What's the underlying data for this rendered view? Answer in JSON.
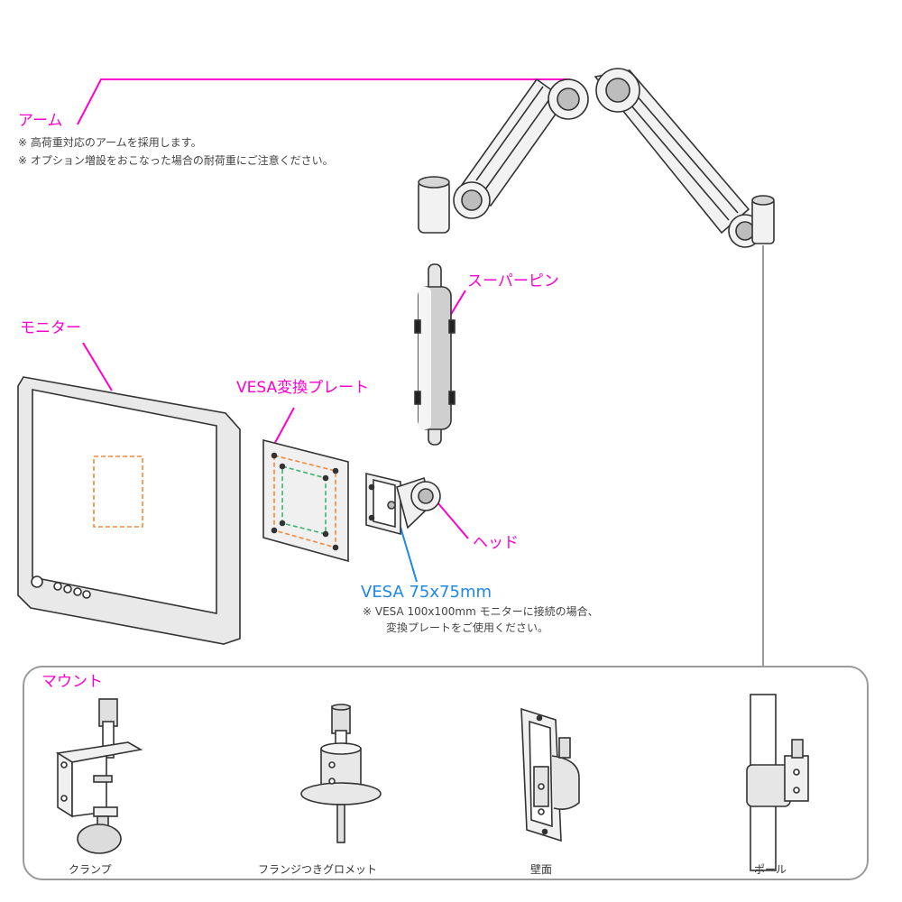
{
  "arm": {
    "title": "アーム",
    "note1": "※ 高荷重対応のアームを採用します。",
    "note2": "※ オプション増設をおこなった場合の耐荷重にご注意ください。"
  },
  "super_pin": {
    "title": "スーパーピン"
  },
  "monitor": {
    "title": "モニター"
  },
  "vesa_plate": {
    "title": "VESA変換プレート"
  },
  "head": {
    "title": "ヘッド"
  },
  "vesa_spec": {
    "title": "VESA 75x75mm",
    "note1": "※ VESA 100x100mm モニターに接続の場合、",
    "note2": "変換プレートをご使用ください。"
  },
  "mount": {
    "title": "マウント",
    "items": [
      {
        "label": "クランプ"
      },
      {
        "label": "フランジつきグロメット"
      },
      {
        "label": "壁面"
      },
      {
        "label": "ポール"
      }
    ]
  },
  "colors": {
    "callout": "#ff00cc",
    "vesa_callout": "#1e88e5",
    "vesa100_outline": "#f08a3c",
    "vesa75_outline": "#3cb371"
  }
}
